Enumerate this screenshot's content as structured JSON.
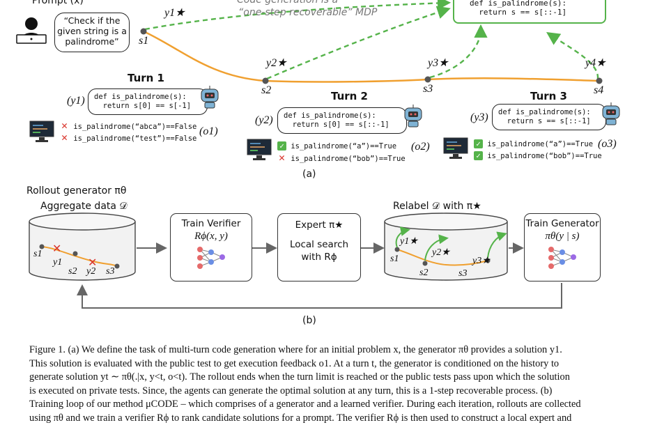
{
  "top": {
    "prompt_label": "Prompt (x)",
    "prompt_text": "“Check if the\ngiven string is a\npalindrome”",
    "mdp_line1": "Code generation is a",
    "mdp_line2": "“one-step recoverable” MDP",
    "optimal_code": "def is_palindrome(s):\n  return s == s[::-1]",
    "states": [
      "s1",
      "s2",
      "s3",
      "s4"
    ],
    "ystars": [
      "y1★",
      "y2★",
      "y3★",
      "y4★"
    ],
    "turns": [
      {
        "title": "Turn 1",
        "y_label": "(y1)",
        "code": "def is_palindrome(s):\n  return s[0] == s[-1]",
        "o_label": "(o1)",
        "tests": [
          {
            "status": "fail",
            "text": "is_palindrome(“abca”)==False"
          },
          {
            "status": "fail",
            "text": "is_palindrome(“test”)==False"
          }
        ]
      },
      {
        "title": "Turn 2",
        "y_label": "(y2)",
        "code": "def is_palindrome(s):\n  return s[0] == s[::-1]",
        "o_label": "(o2)",
        "tests": [
          {
            "status": "pass",
            "text": "is_palindrome(“a”)==True"
          },
          {
            "status": "fail",
            "text": "is_palindrome(“bob”)==True"
          }
        ]
      },
      {
        "title": "Turn 3",
        "y_label": "(y3)",
        "code": "def is_palindrome(s):\n  return s == s[::-1]",
        "o_label": "(o3)",
        "tests": [
          {
            "status": "pass",
            "text": "is_palindrome(“a”)==True"
          },
          {
            "status": "pass",
            "text": "is_palindrome(“bob”)==True"
          }
        ]
      }
    ],
    "panel_label": "(a)"
  },
  "bottom": {
    "rollout_line1": "Rollout generator πθ",
    "rollout_line2": "Aggregate data 𝒟",
    "relabel": "Relabel 𝒟 with π★",
    "verifier_title": "Train Verifier",
    "verifier_sub": "Rϕ(x, y)",
    "expert_title": "Expert π★",
    "expert_line1": "Local search",
    "expert_line2": "with Rϕ",
    "generator_title": "Train Generator",
    "generator_sub": "πθ(y | s)",
    "db1_labels": [
      "s1",
      "y1",
      "s2",
      "y2",
      "s3"
    ],
    "db2_labels": [
      "y1★",
      "s1",
      "y2★",
      "s2",
      "y3★",
      "s3"
    ],
    "panel_label": "(b)"
  },
  "caption": {
    "lines": [
      "Figure 1. (a) We define the task of multi-turn code generation where for an initial problem x, the generator πθ provides a solution y1.",
      "This solution is evaluated with the public test to get execution feedback o1. At a turn t, the generator is conditioned on the history to",
      "generate solution yt ∼ πθ(.|x, y<t, o<t). The rollout ends when the turn limit is reached or the public tests pass upon which the solution",
      "is executed on private tests. Since, the agents can generate the optimal solution at any turn, this is a 1-step recoverable process. (b)",
      "Training loop of our method μCODE – which comprises of a generator and a learned verifier. During each iteration, rollouts are collected",
      "using πθ and we train a verifier Rϕ to rank candidate solutions for a prompt. The verifier Rϕ is then used to construct a local expert and"
    ]
  },
  "colors": {
    "trajectory": "#f0a030",
    "recover": "#55b34a",
    "fail": "#d9342b",
    "db_fill": "#f2f2f2"
  }
}
